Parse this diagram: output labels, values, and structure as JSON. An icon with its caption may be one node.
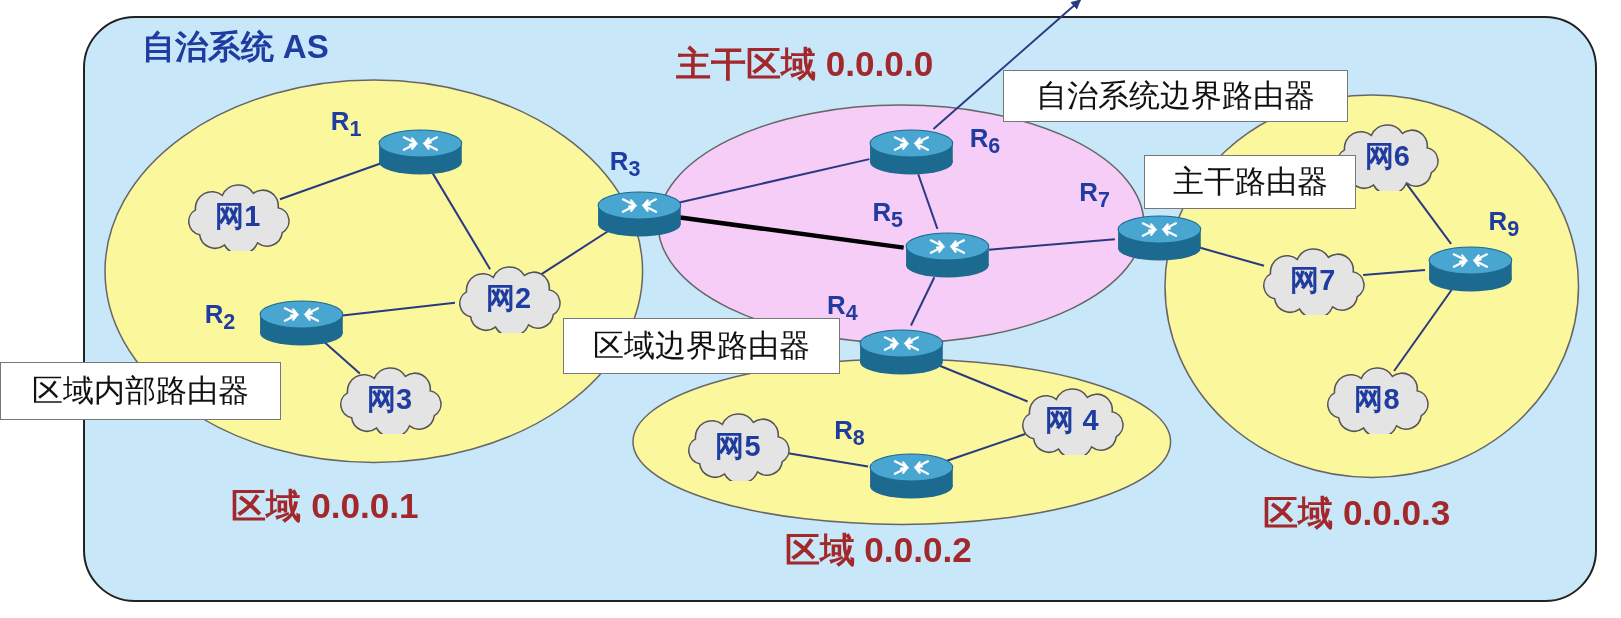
{
  "diagram": {
    "nodes": [
      {
        "text": [
          "自治系统 AS"
        ]
      },
      {
        "text": [
          "区域 0.0.0.1"
        ],
        "in": 0
      },
      {
        "text": [
          "主干区域 0.0.0.0"
        ],
        "in": 0
      },
      {
        "text": [
          "区域 0.0.0.2"
        ],
        "in": 0
      },
      {
        "text": [
          "区域 0.0.0.3"
        ],
        "in": 0
      },
      {
        "text": [],
        "shape": "cylinder",
        "beside": [
          "R$_{1}$"
        ],
        "in": 1
      },
      {
        "text": [],
        "shape": "cylinder",
        "beside": [
          "R$_{2}$"
        ],
        "in": 1
      },
      {
        "text": [],
        "shape": "cylinder",
        "beside": [
          "R$_{3}$"
        ],
        "in": 0
      },
      {
        "text": [],
        "shape": "cylinder",
        "beside": [
          "R$_{4}$"
        ],
        "in": 0
      },
      {
        "text": [],
        "shape": "cylinder",
        "beside": [
          "R$_{5}$"
        ],
        "in": 2
      },
      {
        "text": [],
        "shape": "cylinder",
        "beside": [
          "R$_{6}$"
        ],
        "in": 2
      },
      {
        "text": [],
        "shape": "cylinder",
        "beside": [
          "R$_{7}$"
        ],
        "in": 0
      },
      {
        "text": [],
        "shape": "cylinder",
        "beside": [
          "R$_{8}$"
        ],
        "in": 3
      },
      {
        "text": [],
        "shape": "cylinder",
        "beside": [
          "R$_{9}$"
        ],
        "in": 4
      },
      {
        "text": [
          "网1"
        ],
        "in": 1
      },
      {
        "text": [
          "网2"
        ],
        "in": 1
      },
      {
        "text": [
          "网3"
        ],
        "in": 1
      },
      {
        "text": [
          "网 4"
        ],
        "in": 3
      },
      {
        "text": [
          "网5"
        ],
        "in": 3
      },
      {
        "text": [
          "网6"
        ],
        "in": 4
      },
      {
        "text": [
          "网7"
        ],
        "in": 4
      },
      {
        "text": [
          "网8"
        ],
        "in": 4
      },
      {
        "text": [
          "自治系统边界路由器"
        ],
        "in": 0
      },
      {
        "text": [
          "主干路由器"
        ],
        "in": 0
      },
      {
        "text": [
          "区域边界路由器"
        ],
        "in": 0
      },
      {
        "text": [
          "区域内部路由器"
        ]
      }
    ],
    "edges": [
      {
        "from": 5,
        "to": 14,
        "arrow": "none"
      },
      {
        "from": 5,
        "to": 15,
        "arrow": "none"
      },
      {
        "from": 6,
        "to": 15,
        "arrow": "none"
      },
      {
        "from": 6,
        "to": 16,
        "arrow": "none"
      },
      {
        "from": 15,
        "to": 7,
        "arrow": "none"
      },
      {
        "from": 7,
        "to": 10,
        "arrow": "none"
      },
      {
        "from": 7,
        "to": 9,
        "arrow": "none",
        "style": "thick",
        "color": "#000000"
      },
      {
        "from": 10,
        "to": 9,
        "arrow": "none"
      },
      {
        "from": 9,
        "to": 11,
        "arrow": "none"
      },
      {
        "from": 9,
        "to": 8,
        "arrow": "none"
      },
      {
        "from": 8,
        "to": 17,
        "arrow": "none"
      },
      {
        "from": 17,
        "to": 12,
        "arrow": "none"
      },
      {
        "from": 12,
        "to": 18,
        "arrow": "none"
      },
      {
        "from": 11,
        "to": 20,
        "arrow": "none"
      },
      {
        "from": 20,
        "to": 13,
        "arrow": "none"
      },
      {
        "from": 19,
        "to": 13,
        "arrow": "none"
      },
      {
        "from": 13,
        "to": 21,
        "arrow": "none"
      },
      {
        "from": 10,
        "to": null,
        "arrow": "to"
      }
    ]
  }
}
